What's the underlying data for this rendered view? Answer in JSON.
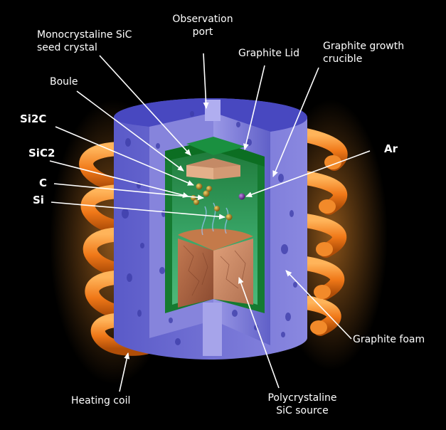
{
  "labels": {
    "observation_port": [
      "Observation",
      "port"
    ],
    "seed_crystal": [
      "Monocrystaline SiC",
      "seed crystal"
    ],
    "graphite_lid": "Graphite Lid",
    "growth_crucible": [
      "Graphite growth",
      "crucible"
    ],
    "boule": "Boule",
    "si2c": "Si2C",
    "sic2": "SiC2",
    "ar": "Ar",
    "c": "C",
    "si": "Si",
    "graphite_foam": "Graphite foam",
    "heating_coil": "Heating coil",
    "sic_source": [
      "Polycrystaline",
      "SiC source"
    ]
  },
  "colors": {
    "background": "#000000",
    "coil": "#f07818",
    "foam": "#7070d8",
    "crucible": "#1e8a3a",
    "lid": "#0c6e22",
    "chamber": "#2f9a5e",
    "boule": "#d9a07a",
    "source": "#b8704a",
    "particle_gold": "#b08a1e",
    "particle_purple": "#7a3aa0",
    "text": "#ffffff"
  }
}
